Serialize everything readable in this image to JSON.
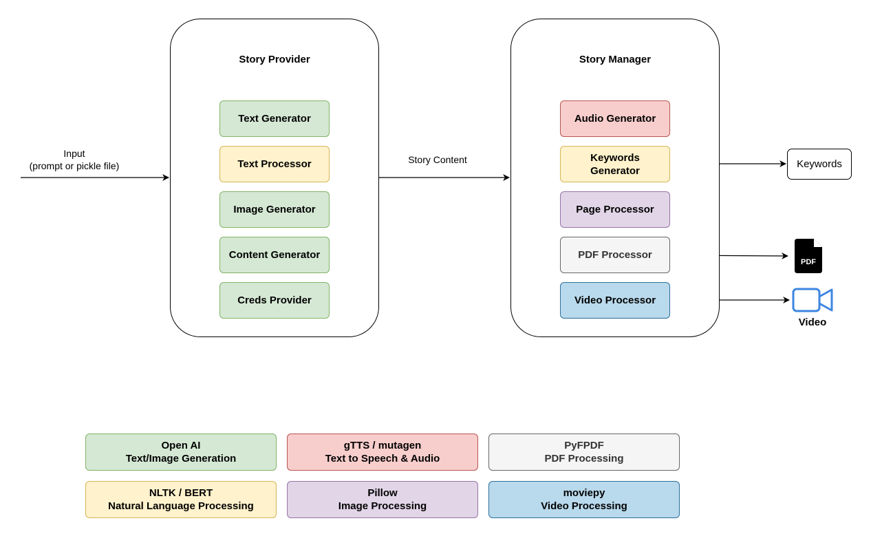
{
  "input": {
    "line1": "Input",
    "line2": "(prompt or pickle file)"
  },
  "edge_label": "Story Content",
  "story_provider": {
    "title": "Story Provider",
    "modules": [
      "Text Generator",
      "Text Processor",
      "Image Generator",
      "Content Generator",
      "Creds Provider"
    ]
  },
  "story_manager": {
    "title": "Story Manager",
    "modules": {
      "audio": "Audio Generator",
      "keywords": [
        "Keywords",
        "Generator"
      ],
      "page": "Page Processor",
      "pdf": "PDF Processor",
      "video": "Video Processor"
    }
  },
  "outputs": {
    "keywords": "Keywords",
    "pdf_icon": {
      "icon": "pdf-file-icon",
      "text": "PDF"
    },
    "video_icon": {
      "icon": "video-camera-icon",
      "color": "#3d86e0"
    },
    "video_label": "Video"
  },
  "legend": [
    {
      "lib": "Open AI",
      "desc": "Text/Image Generation",
      "color": "green"
    },
    {
      "lib": "gTTS / mutagen",
      "desc": "Text to Speech & Audio",
      "color": "red"
    },
    {
      "lib": "PyFPDF",
      "desc": "PDF Processing",
      "color": "grey"
    },
    {
      "lib": "NLTK / BERT",
      "desc": "Natural Language Processing",
      "color": "yellow"
    },
    {
      "lib": "Pillow",
      "desc": "Image Processing",
      "color": "purple"
    },
    {
      "lib": "moviepy",
      "desc": "Video Processing",
      "color": "blue"
    }
  ],
  "colors": {
    "green": "#d5e8d4",
    "yellow": "#fff2cc",
    "red": "#f8cecc",
    "purple": "#e1d5e7",
    "grey": "#f5f5f5",
    "blue": "#b9d9ec"
  }
}
